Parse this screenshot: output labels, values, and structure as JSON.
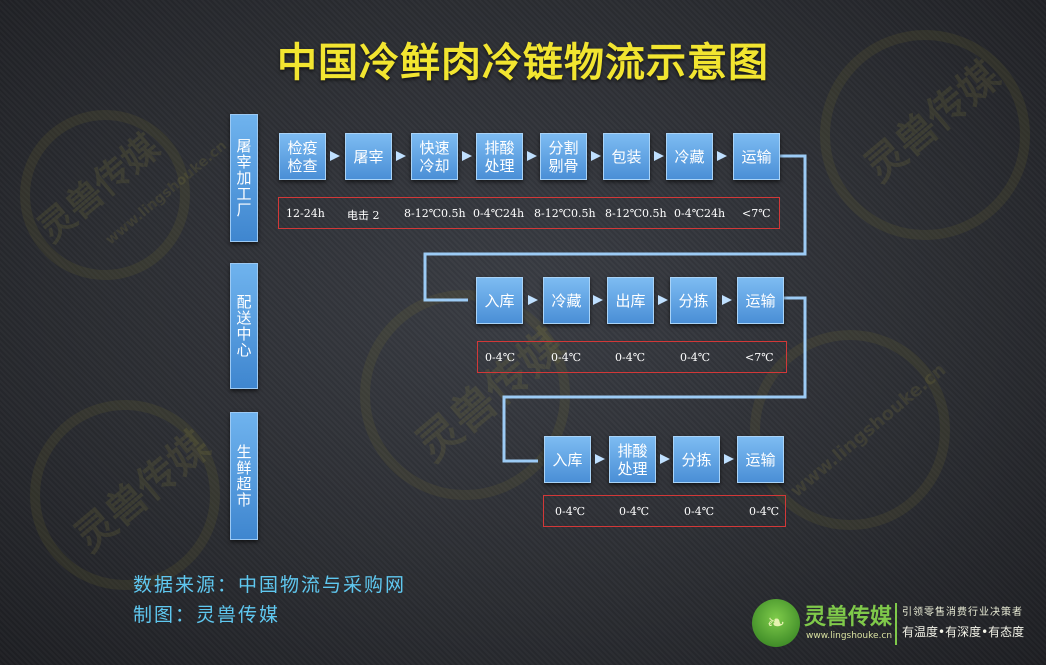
{
  "title": "中国冷鲜肉冷链物流示意图",
  "stages": [
    "屠宰加工厂",
    "配送中心",
    "生鲜超市"
  ],
  "rows": [
    {
      "steps": [
        "检疫\n检查",
        "屠宰",
        "快速\n冷却",
        "排酸\n处理",
        "分割\n剔骨",
        "包装",
        "冷藏",
        "运输"
      ],
      "values": [
        "12-24h",
        "电击 2",
        "8-12℃0.5h",
        "0-4℃24h",
        "8-12℃0.5h",
        "8-12℃0.5h",
        "0-4℃24h",
        "<7℃"
      ]
    },
    {
      "steps": [
        "入库",
        "冷藏",
        "出库",
        "分拣",
        "运输"
      ],
      "values": [
        "0-4℃",
        "0-4℃",
        "0-4℃",
        "0-4℃",
        "<7℃"
      ]
    },
    {
      "steps": [
        "入库",
        "排酸\n处理",
        "分拣",
        "运输"
      ],
      "values": [
        "0-4℃",
        "0-4℃",
        "0-4℃",
        "0-4℃"
      ]
    }
  ],
  "footer": {
    "source": "数据来源：中国物流与采购网",
    "maker": "制图：灵兽传媒"
  },
  "logo": {
    "name": "灵兽传媒",
    "url": "www.lingshouke.cn",
    "slogan": "引领零售消费行业决策者",
    "tagline": "有温度•有深度•有态度"
  },
  "watermark": {
    "text": "灵兽传媒",
    "url": "www.lingshouke.cn"
  },
  "colors": {
    "title": "#f2e530",
    "box": "#4a8fd6",
    "value_border": "#d23838",
    "footer": "#5fc8f0",
    "connector": "#9ccbf5"
  }
}
